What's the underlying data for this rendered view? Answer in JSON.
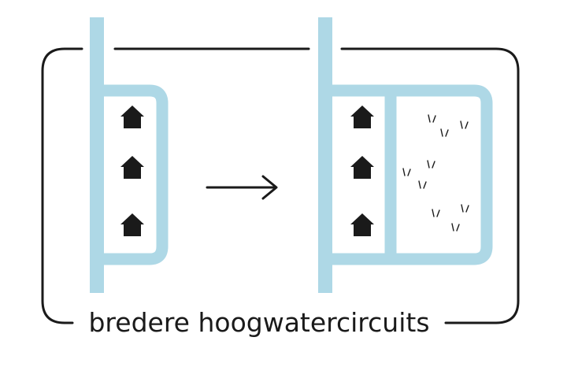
{
  "caption": "bredere hoogwatercircuits",
  "colors": {
    "river": "#aed8e6",
    "ink": "#1a1a1a",
    "background": "#ffffff"
  },
  "icons": {
    "house": "house-icon",
    "reed": "reed-icon",
    "arrow": "arrow-right-icon"
  },
  "panels": [
    {
      "id": "before",
      "houses": 3,
      "overflow_zone": false
    },
    {
      "id": "after",
      "houses": 3,
      "overflow_zone": true
    }
  ]
}
